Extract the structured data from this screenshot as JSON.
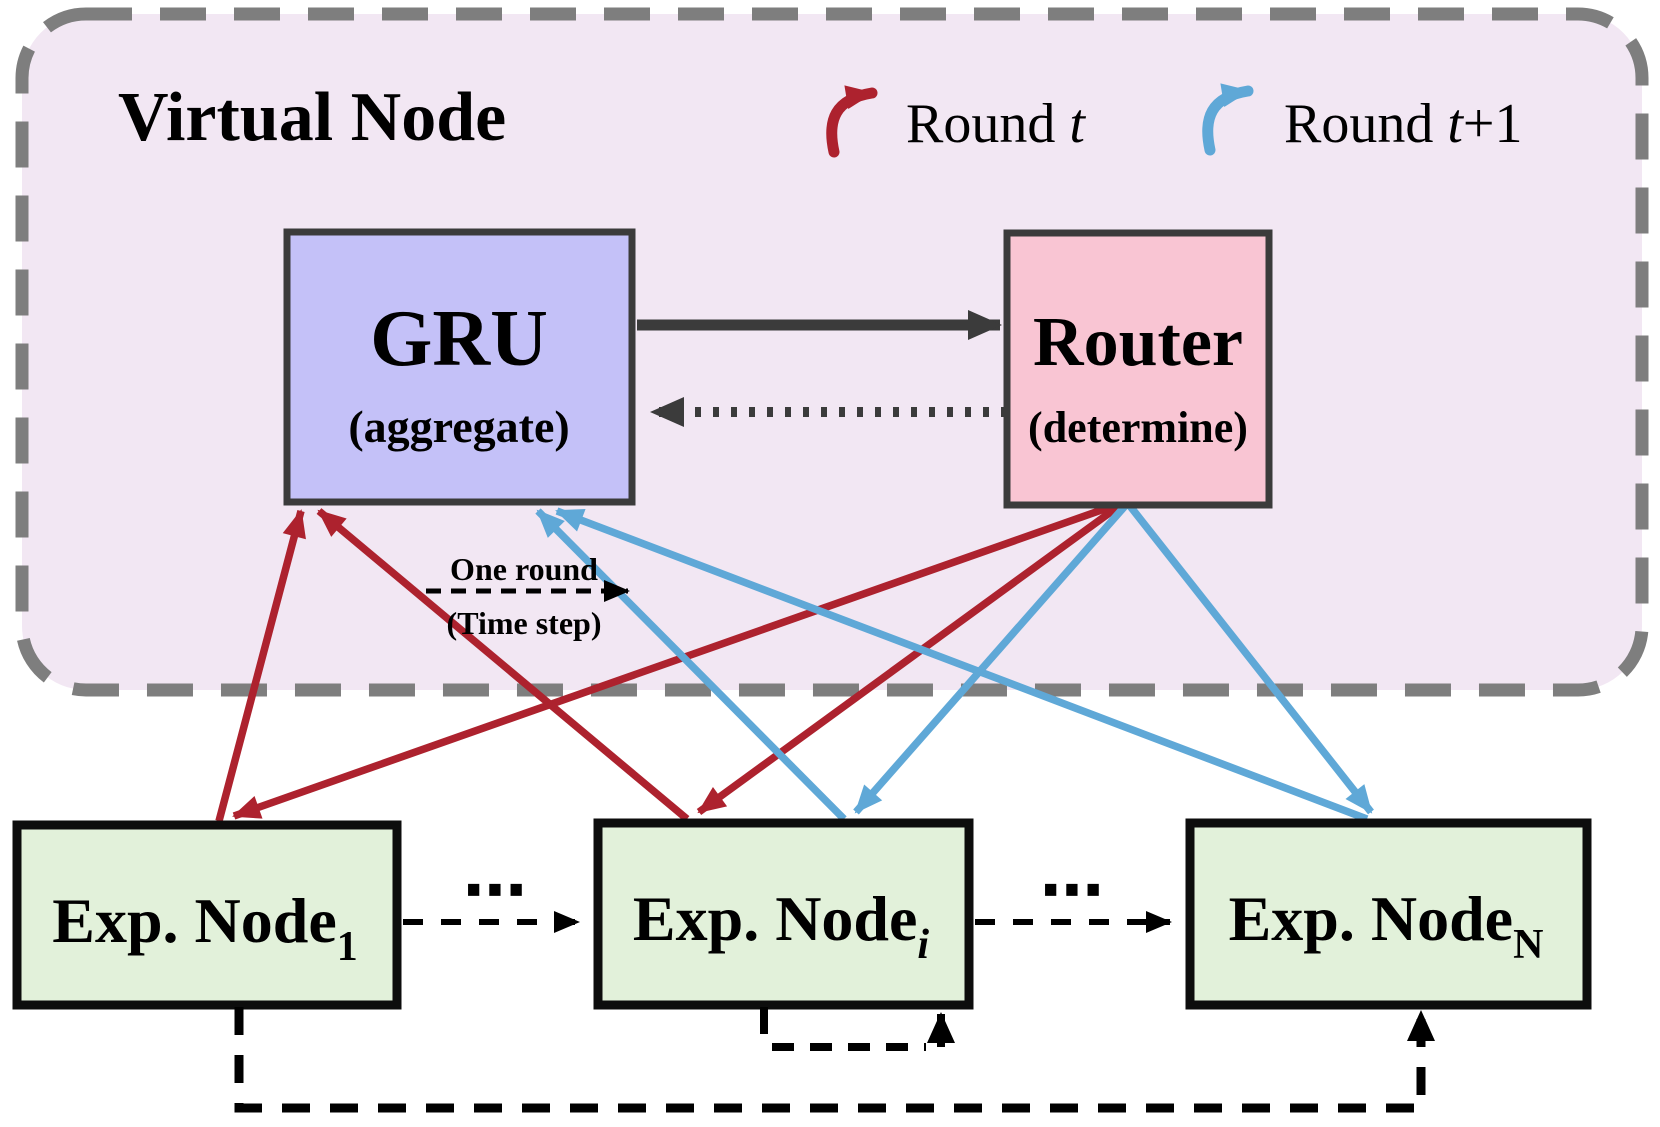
{
  "panel": {
    "title": "Virtual Node"
  },
  "legend": {
    "round_t": {
      "prefix": "Round ",
      "var": "t",
      "suffix": ""
    },
    "round_t1": {
      "prefix": "Round ",
      "var": "t",
      "suffix": "+1"
    }
  },
  "gru": {
    "title": "GRU",
    "subtitle": "(aggregate)"
  },
  "router": {
    "title": "Router",
    "subtitle": "(determine)"
  },
  "one_round": {
    "line1": "One round",
    "line2": "(Time step)"
  },
  "nodes": {
    "node1": {
      "base": "Exp. Node",
      "sub": "1"
    },
    "node_i": {
      "base": "Exp. Node",
      "sub": "i"
    },
    "node_n": {
      "base": "Exp. Node",
      "sub": "N"
    }
  },
  "ellipsis": "⋯",
  "colors": {
    "panel_fill": "#f2e7f3",
    "panel_border": "#7e7e7e",
    "gru_fill": "#c4c1f8",
    "router_fill": "#f9c5d3",
    "node_fill": "#e2f1da",
    "node_border": "#0d0d0d",
    "box_border": "#3b3b3b",
    "dark_arrow": "#3b3b3b",
    "black_arrow": "#000000",
    "red": "#ad222e",
    "blue": "#5fa8d7",
    "text": "#000000"
  }
}
